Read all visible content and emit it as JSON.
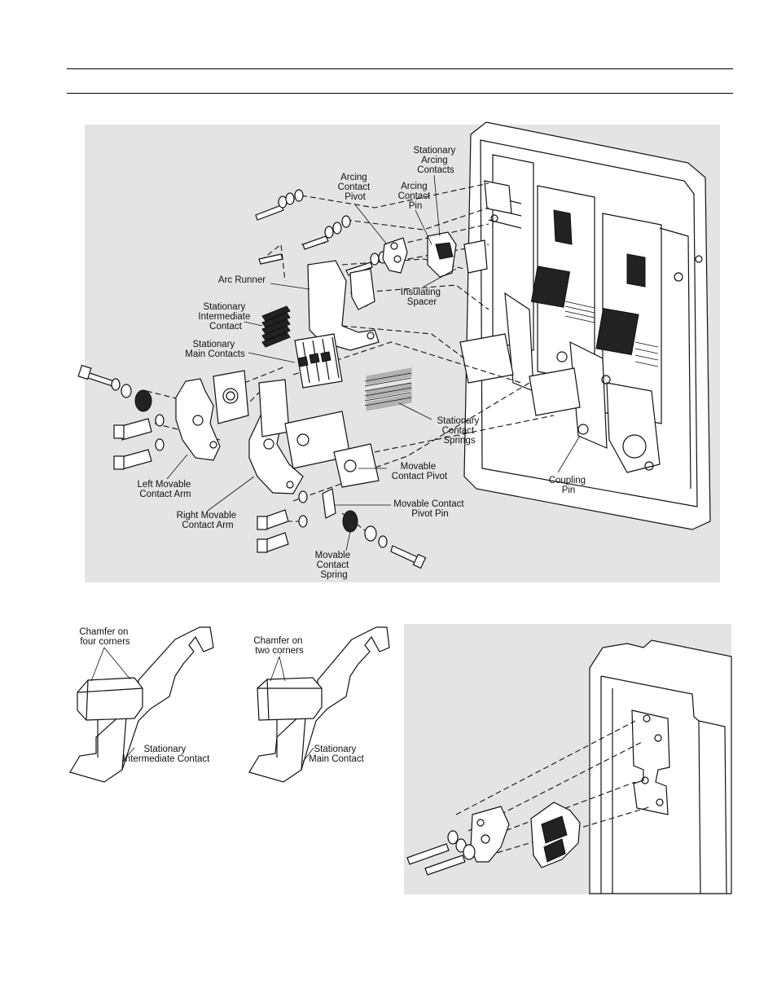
{
  "labels": {
    "stationary_arcing_contacts": [
      "Stationary",
      "Arcing",
      "Contacts"
    ],
    "arcing_contact_pivot": [
      "Arcing",
      "Contact",
      "Pivot"
    ],
    "arcing_contact_pin": [
      "Arcing",
      "Contact",
      "Pin"
    ],
    "arc_runner": [
      "Arc Runner"
    ],
    "insulating_spacer": [
      "Insulating",
      "Spacer"
    ],
    "stationary_intermediate_contact": [
      "Stationary",
      "Intermediate",
      "Contact"
    ],
    "stationary_main_contacts": [
      "Stationary",
      "Main Contacts"
    ],
    "stationary_contact_springs": [
      "Stationary",
      "Contact",
      "Springs"
    ],
    "movable_contact_pivot": [
      "Movable",
      "Contact Pivot"
    ],
    "coupling_pin": [
      "Coupling",
      "Pin"
    ],
    "left_movable_contact_arm": [
      "Left Movable",
      "Contact Arm"
    ],
    "right_movable_contact_arm": [
      "Right Movable",
      "Contact Arm"
    ],
    "movable_contact_pivot_pin": [
      "Movable Contact",
      "Pivot Pin"
    ],
    "movable_contact_spring": [
      "Movable",
      "Contact",
      "Spring"
    ],
    "chamfer_four_corners": [
      "Chamfer on",
      "four corners"
    ],
    "chamfer_two_corners": [
      "Chamfer on",
      "two corners"
    ],
    "detail_intermediate_contact": [
      "Stationary",
      "Intermediate Contact"
    ],
    "detail_main_contact": [
      "Stationary",
      "Main Contact"
    ]
  }
}
